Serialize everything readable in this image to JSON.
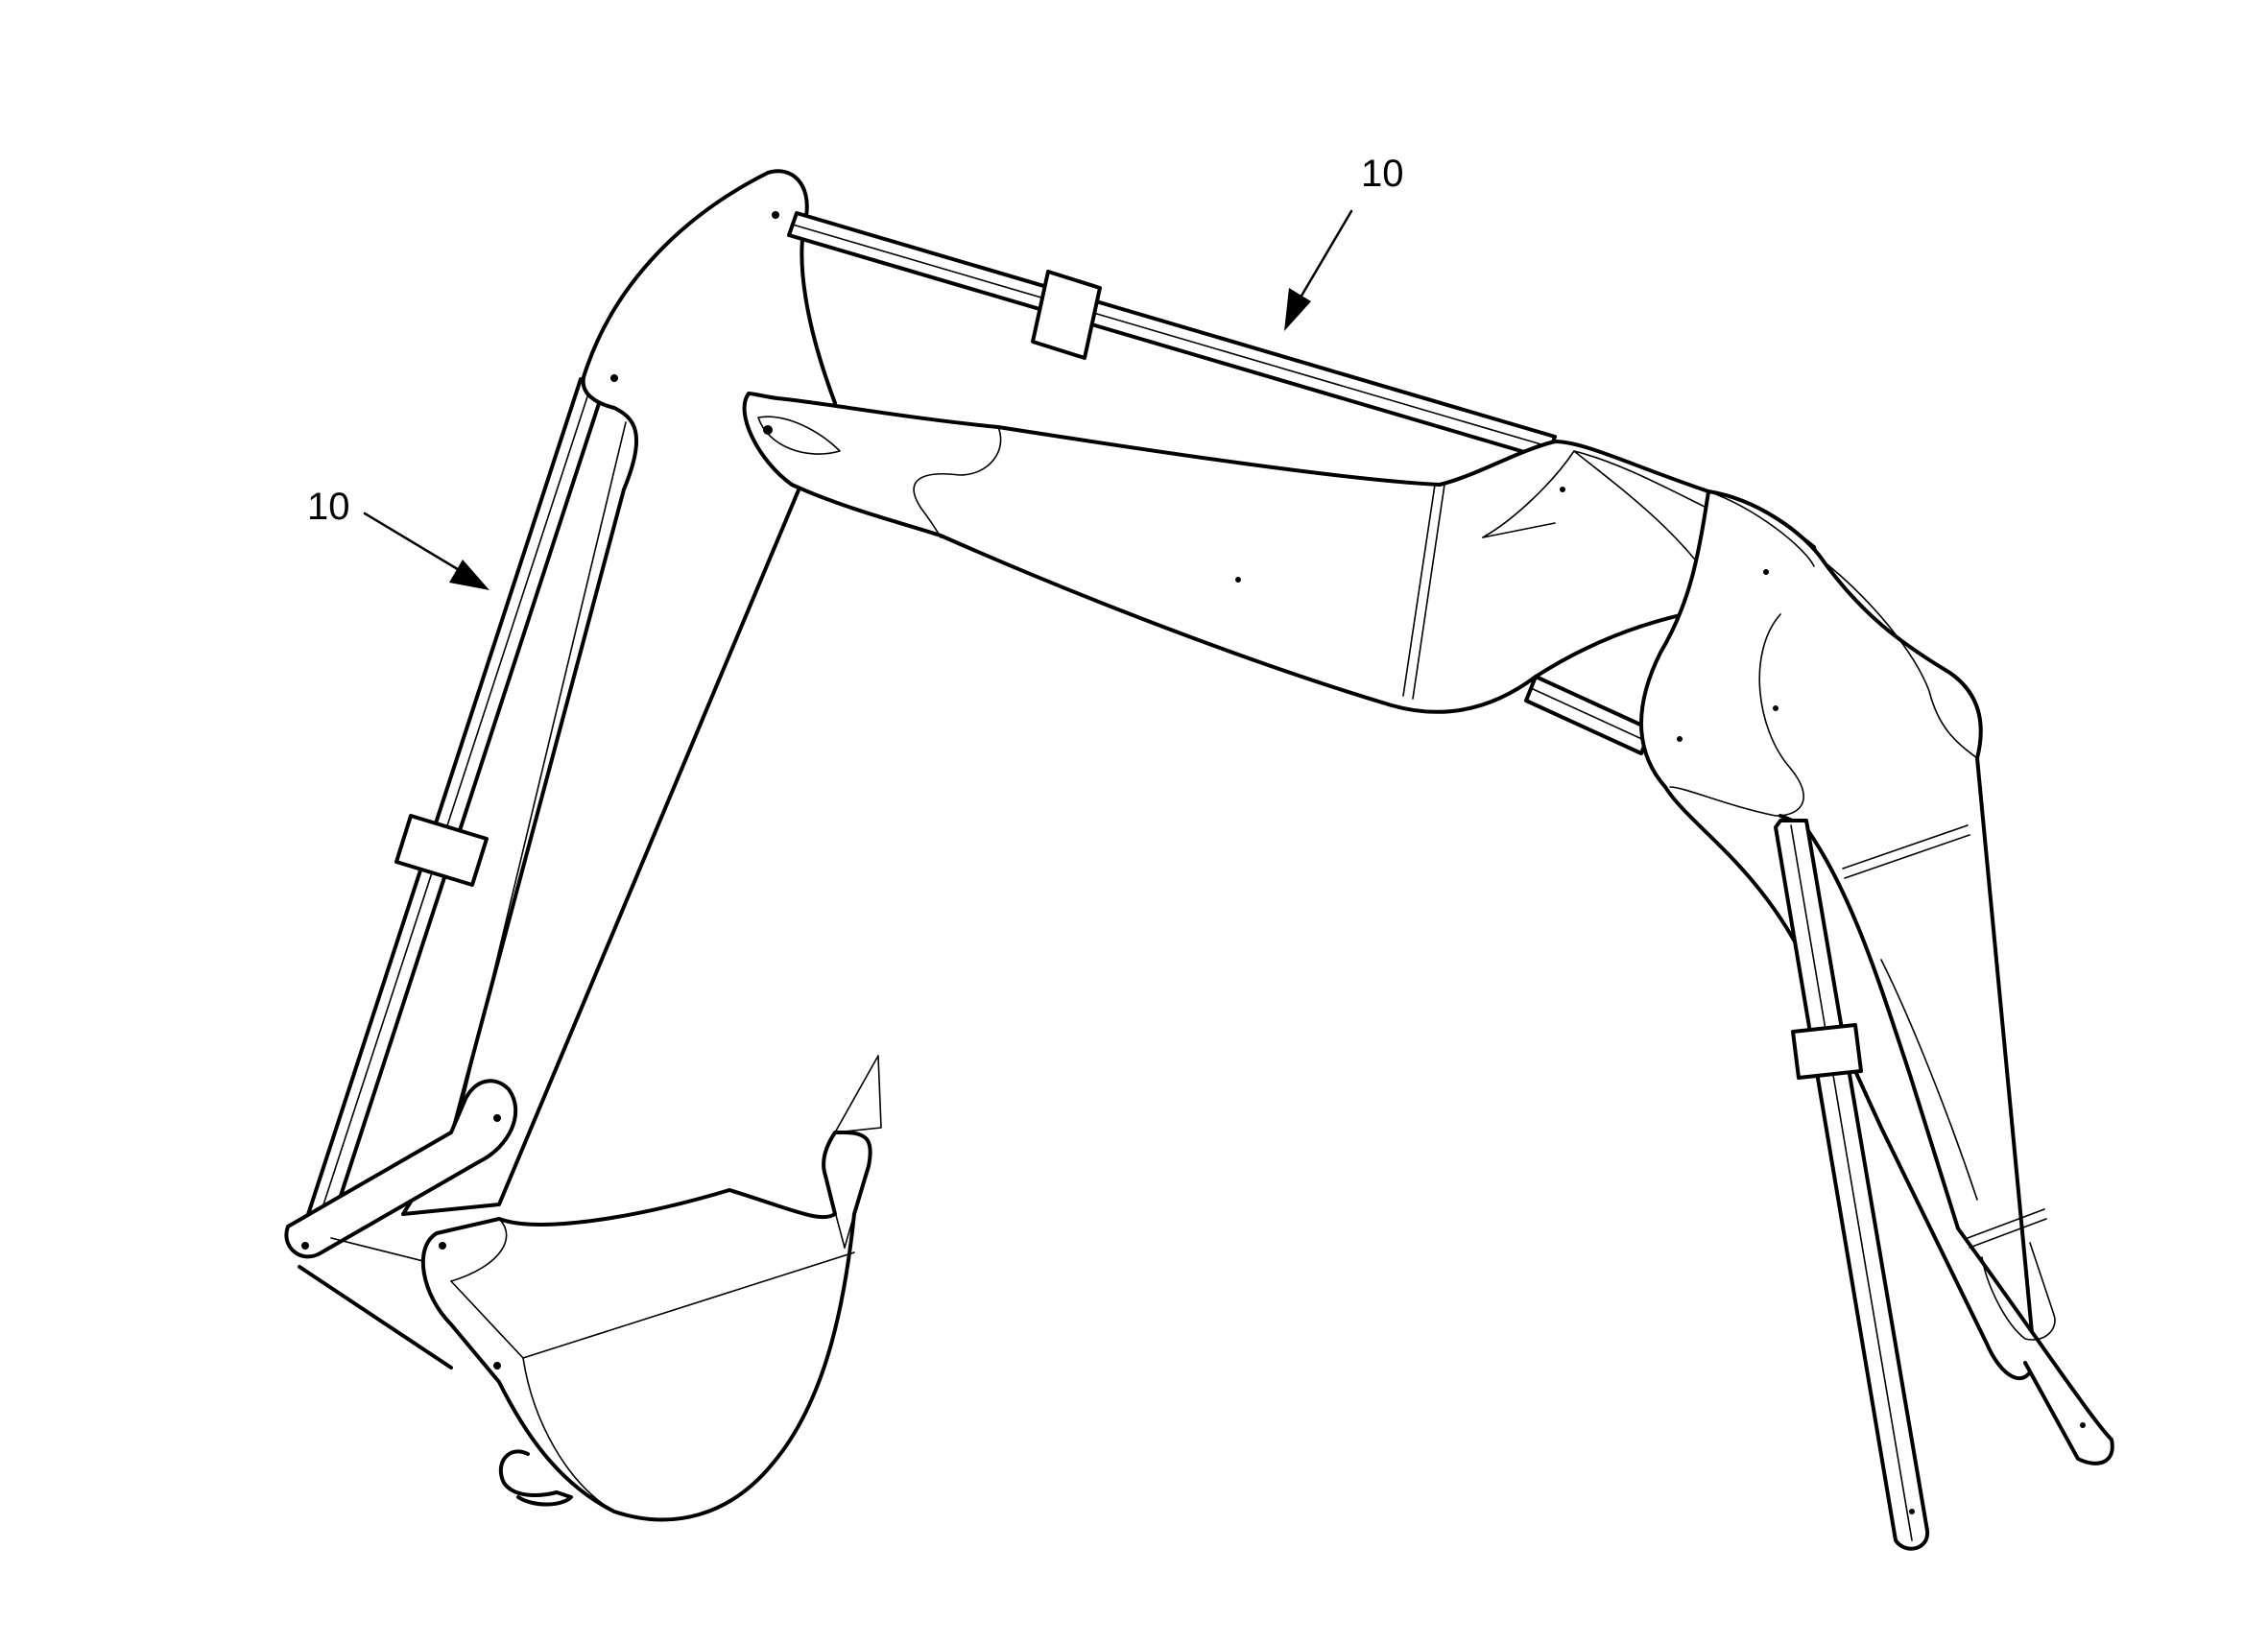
{
  "figure": {
    "reference_labels": [
      {
        "id": "ref-top",
        "text": "10"
      },
      {
        "id": "ref-left",
        "text": "10"
      }
    ]
  }
}
